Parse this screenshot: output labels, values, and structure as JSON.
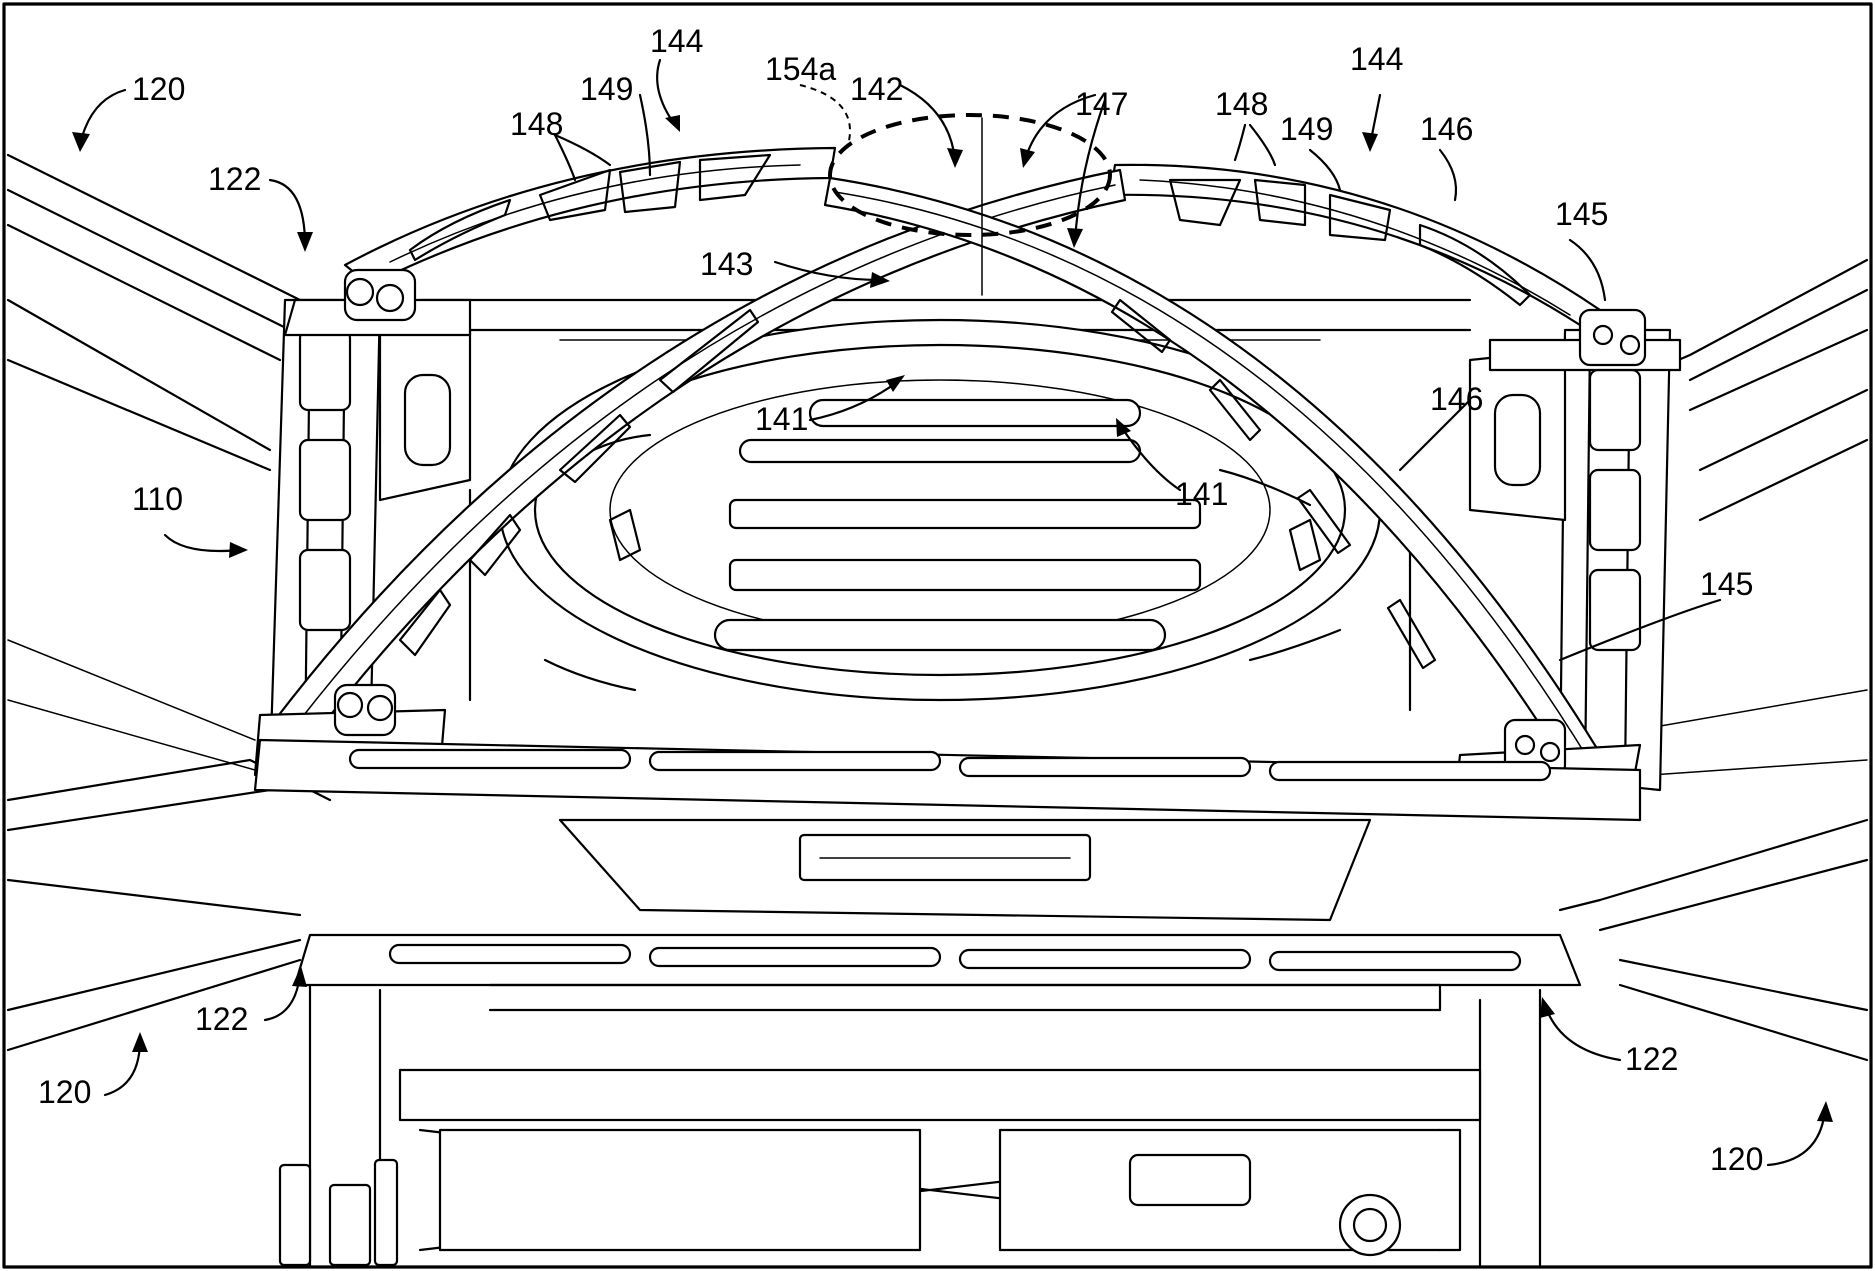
{
  "figure": {
    "labels": [
      {
        "id": "label-120-top-left",
        "text": "120"
      },
      {
        "id": "label-122-top-left",
        "text": "122"
      },
      {
        "id": "label-148-left",
        "text": "148"
      },
      {
        "id": "label-149-left",
        "text": "149"
      },
      {
        "id": "label-144-left",
        "text": "144"
      },
      {
        "id": "label-154a",
        "text": "154a"
      },
      {
        "id": "label-142",
        "text": "142"
      },
      {
        "id": "label-147",
        "text": "147"
      },
      {
        "id": "label-148-right",
        "text": "148"
      },
      {
        "id": "label-144-right",
        "text": "144"
      },
      {
        "id": "label-149-right",
        "text": "149"
      },
      {
        "id": "label-146-top",
        "text": "146"
      },
      {
        "id": "label-145-top",
        "text": "145"
      },
      {
        "id": "label-143",
        "text": "143"
      },
      {
        "id": "label-141-left",
        "text": "141"
      },
      {
        "id": "label-141-right",
        "text": "141"
      },
      {
        "id": "label-146-mid",
        "text": "146"
      },
      {
        "id": "label-110",
        "text": "110"
      },
      {
        "id": "label-145-mid",
        "text": "145"
      },
      {
        "id": "label-122-bottom-left",
        "text": "122"
      },
      {
        "id": "label-120-bottom-left",
        "text": "120"
      },
      {
        "id": "label-122-bottom-right",
        "text": "122"
      },
      {
        "id": "label-120-bottom-right",
        "text": "120"
      }
    ]
  }
}
